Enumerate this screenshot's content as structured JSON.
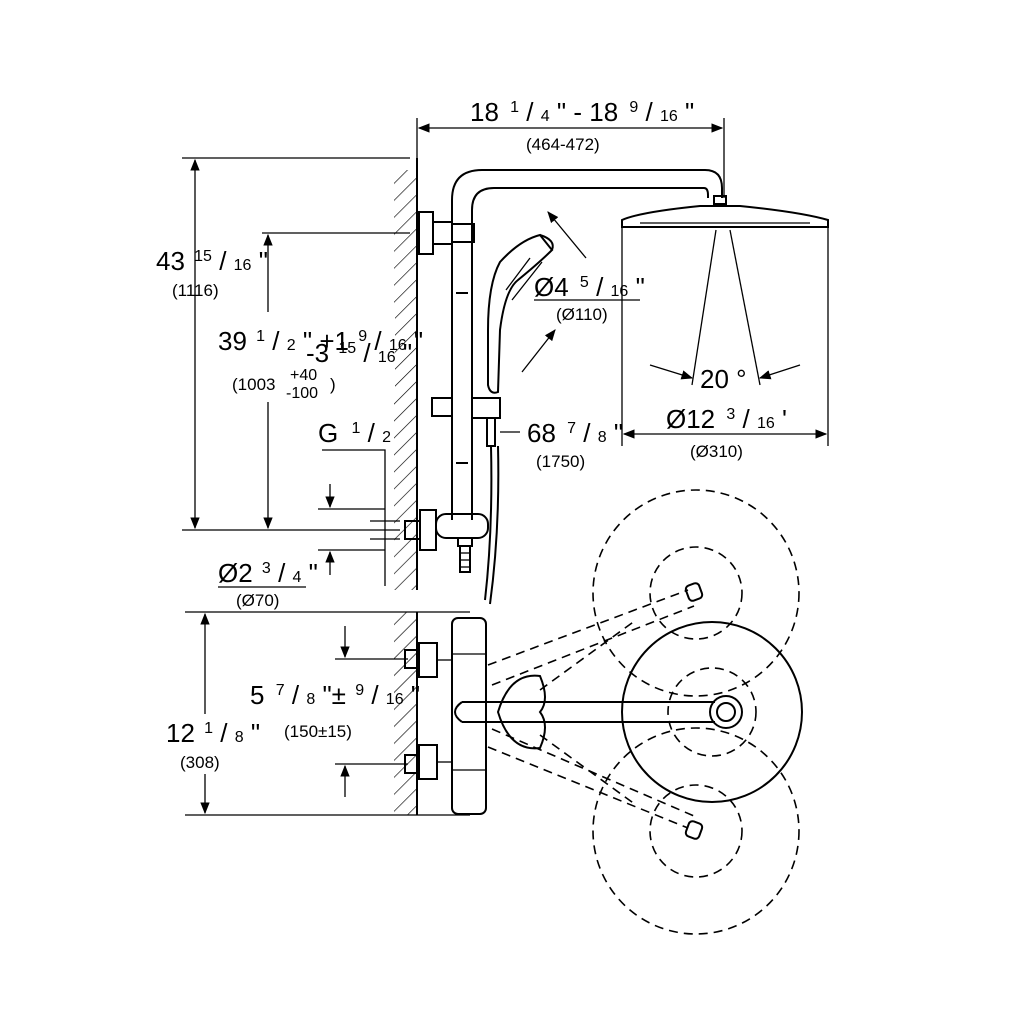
{
  "dimensions": {
    "arm_width": {
      "whole_a": "18",
      "frac_a_num": "1",
      "frac_a_den": "4",
      "sep": "\" - ",
      "whole_b": "18",
      "frac_b_num": "9",
      "frac_b_den": "16",
      "end": "\"",
      "metric": "(464-472)"
    },
    "total_height": {
      "whole": "43",
      "frac_num": "15",
      "frac_den": "16",
      "end": "\"",
      "metric": "(1116)"
    },
    "adjust_height": {
      "whole": "39",
      "frac_num": "1",
      "frac_den": "2",
      "plus": "\" +1",
      "plus_num": "9",
      "plus_den": "16",
      "plus_end": "\"",
      "minus": "-3",
      "minus_num": "15",
      "minus_den": "16",
      "minus_end": "\"",
      "metric_base": "(1003",
      "metric_up": "+40",
      "metric_down": "-100",
      "metric_end": ")"
    },
    "thread": {
      "label": "G",
      "frac_num": "1",
      "frac_den": "2"
    },
    "escutcheon": {
      "whole": "Ø2",
      "frac_num": "3",
      "frac_den": "4",
      "end": "\"",
      "metric": "(Ø70)"
    },
    "handshower": {
      "whole": "Ø4",
      "frac_num": "5",
      "frac_den": "16",
      "end": "\"",
      "metric": "(Ø110)"
    },
    "hose": {
      "whole": "68",
      "frac_num": "7",
      "frac_den": "8",
      "end": "\"",
      "metric": "(1750)"
    },
    "spray_angle": {
      "value": "20 °"
    },
    "head": {
      "whole": "Ø12",
      "frac_num": "3",
      "frac_den": "16",
      "end": "'",
      "metric": "(Ø310)"
    },
    "centers": {
      "whole": "5",
      "frac_num": "7",
      "frac_den": "8",
      "pm": "\"±",
      "pm_num": "9",
      "pm_den": "16",
      "end": "\"",
      "metric": "(150±15)"
    },
    "plan_height": {
      "whole": "12",
      "frac_num": "1",
      "frac_den": "8",
      "end": "\"",
      "metric": "(308)"
    }
  }
}
